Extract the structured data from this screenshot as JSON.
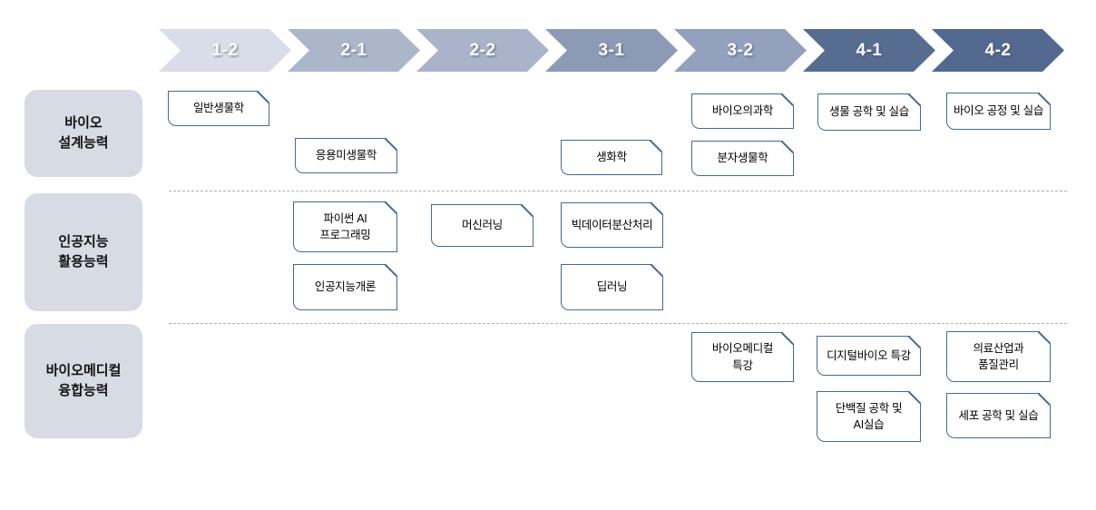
{
  "header": {
    "semesters": [
      {
        "label": "1-2"
      },
      {
        "label": "2-1"
      },
      {
        "label": "2-2"
      },
      {
        "label": "3-1"
      },
      {
        "label": "3-2"
      },
      {
        "label": "4-1"
      },
      {
        "label": "4-2"
      }
    ]
  },
  "rows": [
    {
      "category": "바이오\n설계능력",
      "courses": [
        {
          "label": "일반생물학",
          "semester": "1-2"
        },
        {
          "label": "응용미생물학",
          "semester": "2-1"
        },
        {
          "label": "생화학",
          "semester": "3-1"
        },
        {
          "label": "바이오의과학",
          "semester": "3-2"
        },
        {
          "label": "분자생물학",
          "semester": "3-2"
        },
        {
          "label": "생물 공학 및 실습",
          "semester": "4-1"
        },
        {
          "label": "바이오 공정 및 실습",
          "semester": "4-2"
        }
      ]
    },
    {
      "category": "인공지능\n활용능력",
      "courses": [
        {
          "label": "파이썬 AI\n프로그래밍",
          "semester": "2-1"
        },
        {
          "label": "머신러닝",
          "semester": "2-2"
        },
        {
          "label": "빅데이터분산처리",
          "semester": "3-1"
        },
        {
          "label": "인공지능개론",
          "semester": "2-1"
        },
        {
          "label": "딥러닝",
          "semester": "3-1"
        }
      ]
    },
    {
      "category": "바이오메디컬\n융합능력",
      "courses": [
        {
          "label": "바이오메디컬\n특강",
          "semester": "3-2"
        },
        {
          "label": "디지털바이오 특강",
          "semester": "4-1"
        },
        {
          "label": "의료산업과\n품질관리",
          "semester": "4-2"
        },
        {
          "label": "단백질 공학 및\nAI실습",
          "semester": "4-1"
        },
        {
          "label": "세포 공학 및 실습",
          "semester": "4-2"
        }
      ]
    }
  ],
  "colors": {
    "semester_fills": [
      "#D9DDE9",
      "#ACB6CB",
      "#A9B4CA",
      "#8C9AB6",
      "#93A1BE",
      "#576C91",
      "#53688E"
    ],
    "course_border": "#3E6C99",
    "category_fill": "#D6DBE4",
    "divider": "#ADADAD"
  }
}
